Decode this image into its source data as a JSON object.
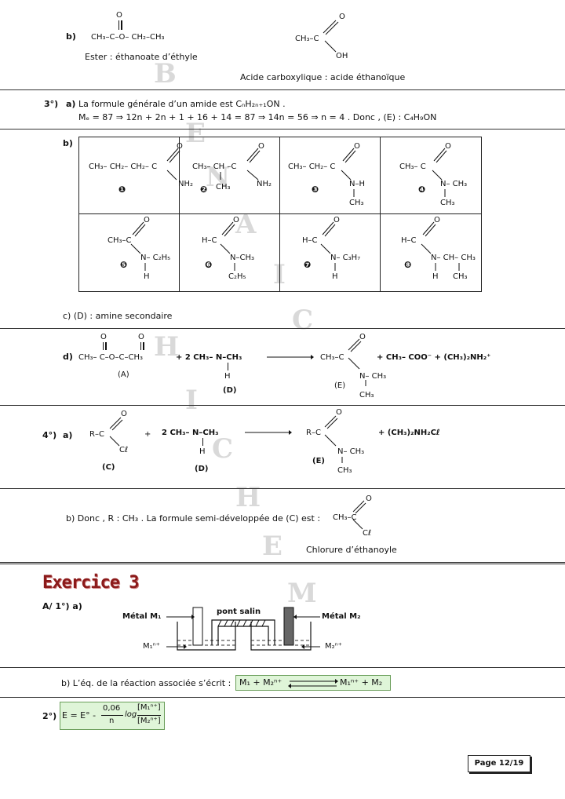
{
  "watermark_letters": [
    "B",
    "E",
    "N",
    "A",
    "I",
    "C",
    "H",
    "I",
    "C",
    "H",
    "E",
    "M"
  ],
  "part_b_top": {
    "label": "b)",
    "ester_formula": "CH₃–C–O– CH₂–CH₃",
    "ester_o": "O",
    "ester_caption": "Ester : éthanoate d’éthyle",
    "acid_ch3": "CH₃–C",
    "acid_o": "O",
    "acid_oh": "OH",
    "acid_caption": "Acide carboxylique : acide éthanoïque"
  },
  "q3": {
    "label": "3°)",
    "a_label": "a)",
    "a_line1": "La formule générale d’un amide est CₙH₂ₙ₊₁ON .",
    "a_line2": "Mₑ = 87 ⇒ 12n + 2n + 1 + 16 + 14 = 87 ⇒ 14n = 56 ⇒ n = 4 . Donc , (E) : C₄H₉ON",
    "b_label": "b)",
    "isomers": [
      {
        "num": "❶",
        "main": "CH₃– CH₂– CH₂– C",
        "o": "O",
        "sub1": "NH₂",
        "sub2": "",
        "sub3": ""
      },
      {
        "num": "❷",
        "main": "CH₃– CH –C",
        "o": "O",
        "sub1": "NH₂",
        "sub2": "CH₃",
        "sub3": ""
      },
      {
        "num": "❸",
        "main": "CH₃– CH₂– C",
        "o": "O",
        "sub1": "N–H",
        "sub2": "CH₃",
        "sub3": ""
      },
      {
        "num": "❹",
        "main": "CH₃– C",
        "o": "O",
        "sub1": "N– CH₃",
        "sub2": "CH₃",
        "sub3": ""
      },
      {
        "num": "❺",
        "main": "CH₃–C",
        "o": "O",
        "sub1": "N– C₂H₅",
        "sub2": "H",
        "sub3": ""
      },
      {
        "num": "❻",
        "main": "H–C",
        "o": "O",
        "sub1": "N–CH₃",
        "sub2": "C₂H₅",
        "sub3": ""
      },
      {
        "num": "❼",
        "main": "H–C",
        "o": "O",
        "sub1": "N– C₃H₇",
        "sub2": "H",
        "sub3": ""
      },
      {
        "num": "❽",
        "main": "H–C",
        "o": "O",
        "sub1": "N– CH– CH₃",
        "sub2": "H",
        "sub3": "CH₃"
      }
    ],
    "c_text": "c) (D) : amine secondaire",
    "d_label": "d)",
    "d_reactant": "CH₃– C–O–C–CH₃",
    "d_plus1": "+ 2 CH₃– N–CH₃",
    "d_A": "(A)",
    "d_H": "H",
    "d_D": "(D)",
    "d_product_main": "CH₃–C",
    "d_product_n": "N– CH₃",
    "d_product_ch3": "CH₃",
    "d_E": "(E)",
    "d_rest": "+  CH₃– COO⁻   +  (CH₃)₂NH₂⁺",
    "o": "O"
  },
  "q4": {
    "label": "4°)",
    "a_label": "a)",
    "reactant": "R–C",
    "cl": "Cℓ",
    "C_label": "(C)",
    "plus": "+",
    "amine": "2 CH₃– N–CH₃",
    "H": "H",
    "D_label": "(D)",
    "product": "R–C",
    "product_n": "N– CH₃",
    "product_ch3": "CH₃",
    "E_label": "(E)",
    "salt": "+        (CH₃)₂NH₂Cℓ",
    "b_text": "b) Donc , R : CH₃ . La formule semi-développée de (C) est :",
    "b_formula": "CH₃–C",
    "b_cl": "Cℓ",
    "b_caption": "Chlorure d’éthanoyle",
    "o": "O"
  },
  "ex3": {
    "title": "Exercice 3",
    "a1": "A/ 1°) a)",
    "metal1": "Métal M₁",
    "metal2": "Métal M₂",
    "bridge": "pont salin",
    "ion1": "M₁ⁿ⁺",
    "ion2": "M₂ⁿ⁺",
    "b_text": "b) L’éq. de la réaction associée s’écrit :",
    "b_eq_left": "M₁  +  M₂ⁿ⁺",
    "b_eq_right": "M₁ⁿ⁺  +  M₂",
    "q2_label": "2°)",
    "nernst_left": "E = E° -",
    "nernst_num": "0,06",
    "nernst_den": "n",
    "nernst_log": "log",
    "nernst_fnum": "[M₁ⁿ⁺]",
    "nernst_fden": "[M₂ⁿ⁺]"
  },
  "footer": {
    "page": "Page 12/19"
  },
  "colors": {
    "exercise_title": "#8b1a1a",
    "green_box": "#dff5d8",
    "watermark": "#d9d9d9"
  }
}
